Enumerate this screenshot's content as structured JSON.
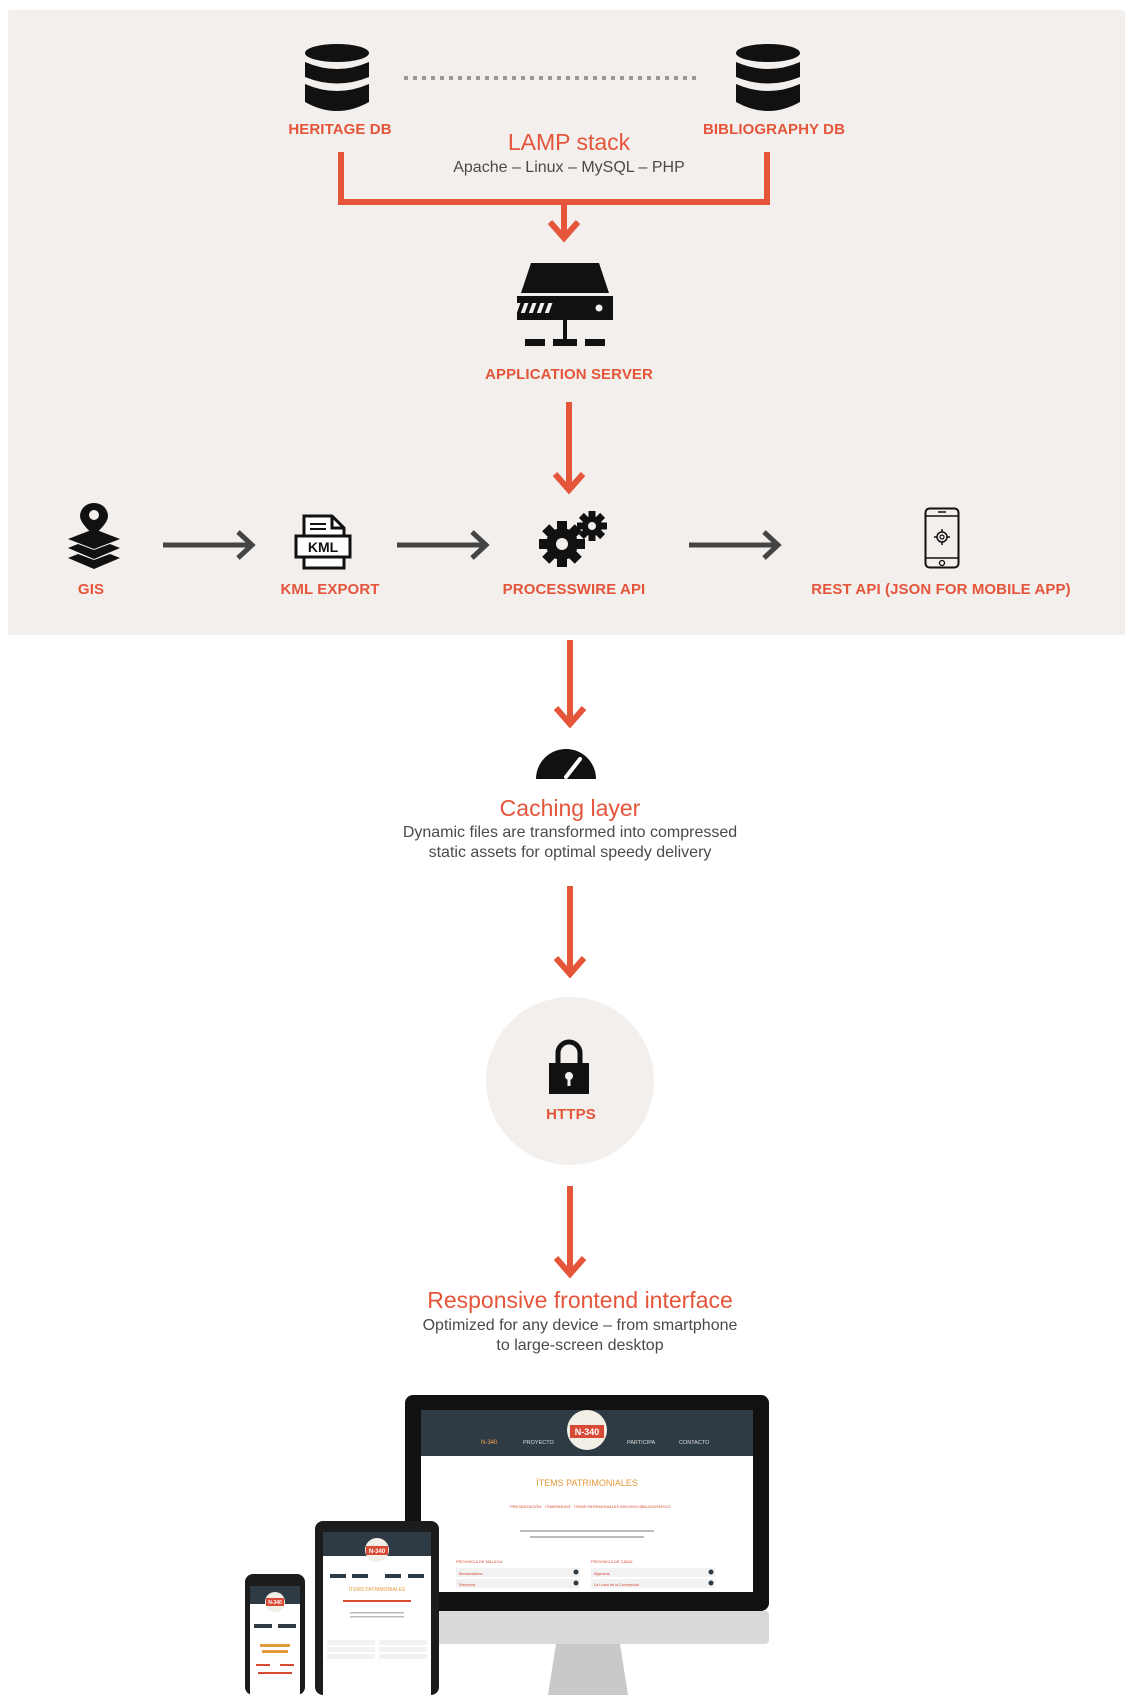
{
  "colors": {
    "accent": "#e4553a",
    "panel": "#f3efed",
    "icon": "#111111",
    "arrow_dark": "#444444"
  },
  "backend": {
    "heritage_db": {
      "label": "HERITAGE DB",
      "icon": "database-icon"
    },
    "bibliography_db": {
      "label": "BIBLIOGRAPHY DB",
      "icon": "database-icon"
    },
    "lamp": {
      "title": "LAMP stack",
      "subtitle": "Apache – Linux – MySQL – PHP"
    },
    "application_server": {
      "label": "APPLICATION SERVER",
      "icon": "server-icon"
    },
    "pipeline": [
      {
        "label": "GIS",
        "icon": "map-layers-icon"
      },
      {
        "label": "KML EXPORT",
        "icon": "kml-file-icon"
      },
      {
        "label": "PROCESSWIRE API",
        "icon": "gears-icon"
      },
      {
        "label": "REST API (JSON FOR MOBILE APP)",
        "icon": "smartphone-icon"
      }
    ]
  },
  "caching": {
    "icon": "speedometer-icon",
    "title": "Caching layer",
    "description_line1": "Dynamic files are transformed into compressed",
    "description_line2": "static assets for optimal speedy delivery"
  },
  "https": {
    "icon": "lock-icon",
    "label": "HTTPS"
  },
  "frontend": {
    "title": "Responsive frontend interface",
    "description_line1": "Optimized for any device – from smartphone",
    "description_line2": "to large-screen desktop"
  },
  "devices_mockup": {
    "badge": "N-340",
    "nav": [
      "N-340",
      "PROYECTO",
      "PARTICIPA",
      "CONTACTO"
    ],
    "heading": "ÍTEMS PATRIMONIALES",
    "tabs": [
      "PRESENTACIÓN",
      "ITINERARIOS",
      "ÍTEMS PATRIMONIALES",
      "ARCHIVO BIBLIOGRÁFICO"
    ],
    "columns": [
      "PROVINCIA DE MÁLAGA",
      "PROVINCIA DE CÁDIZ"
    ],
    "rows_left": [
      "Benalmádena",
      "Estepona"
    ],
    "rows_right": [
      "Algeciras",
      "La Línea de la Concepción"
    ]
  }
}
